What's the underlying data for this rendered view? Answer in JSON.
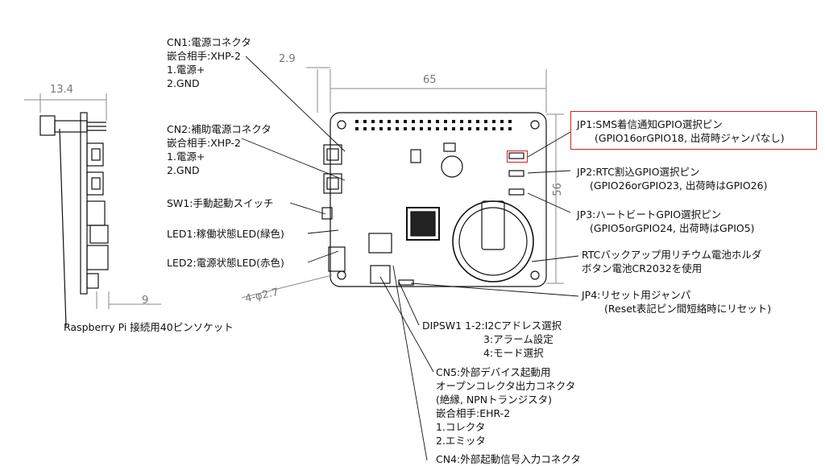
{
  "dimensions": {
    "d_2_9": "2.9",
    "d_13_4": "13.4",
    "d_65": "65",
    "d_56": "56",
    "d_9": "9",
    "d_holes": "4-φ2.7"
  },
  "labels": {
    "cn1": [
      "CN1:電源コネクタ",
      "嵌合相手:XHP-2",
      "1.電源+",
      "2.GND"
    ],
    "cn2": [
      "CN2:補助電源コネクタ",
      "嵌合相手:XHP-2",
      "1.電源+",
      "2.GND"
    ],
    "sw1": "SW1:手動起動スイッチ",
    "led1": "LED1:稼働状態LED(緑色)",
    "led2": "LED2:電源状態LED(赤色)",
    "rpi_socket": "Raspberry Pi 接続用40ピンソケット",
    "jp1": [
      "JP1:SMS着信通知GPIO選択ピン",
      "(GPIO16orGPIO18, 出荷時ジャンパなし)"
    ],
    "jp2": [
      "JP2:RTC割込GPIO選択ピン",
      "(GPIO26orGPIO23, 出荷時はGPIO26)"
    ],
    "jp3": [
      "JP3:ハートビートGPIO選択ピン",
      "(GPIO5orGPIO24, 出荷時はGPIO5)"
    ],
    "rtc": [
      "RTCバックアップ用リチウム電池ホルダ",
      "ボタン電池CR2032を使用"
    ],
    "jp4": [
      "JP4:リセット用ジャンパ",
      "(Reset表記ピン間短絡時にリセット)"
    ],
    "dipsw": [
      "DIPSW1 1-2:I2Cアドレス選択",
      "3:アラーム設定",
      "4:モード選択"
    ],
    "cn5": [
      "CN5:外部デバイス起動用",
      "オープンコレクタ出力コネクタ",
      "(絶縁, NPNトランジスタ)",
      "嵌合相手:EHR-2",
      "1.コレクタ",
      "2.エミッタ"
    ],
    "cn4": "CN4:外部起動信号入力コネクタ"
  },
  "colors": {
    "line": "#111111",
    "dimension": "#888888",
    "highlight": "#d42020"
  }
}
